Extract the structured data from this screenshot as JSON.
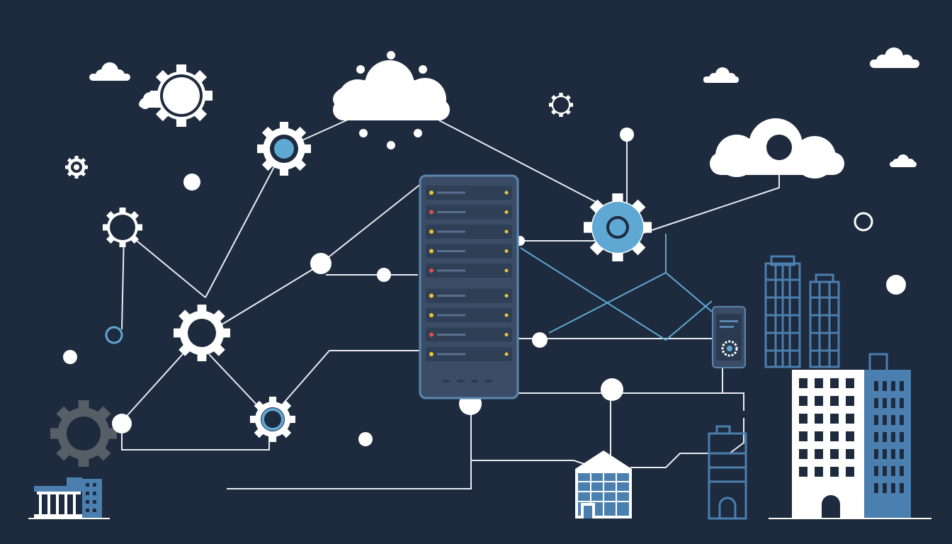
{
  "colors": {
    "background": "#1e2a3d",
    "line_white": "#e8edf2",
    "line_blue": "#5fa8d3",
    "accent_blue": "#5fa8d3",
    "node_white": "#ffffff",
    "server_body": "#3b4d66",
    "server_border": "#5a86b0",
    "building_blue": "#4a7fb0",
    "gear_gray": "#565f68",
    "led_yellow": "#f2c230",
    "led_red": "#e0504a"
  },
  "icons": [
    "cloud-icon",
    "gear-icon",
    "server-rack-icon",
    "smartphone-icon",
    "office-building-icon",
    "factory-icon",
    "government-building-icon",
    "network-node-icon"
  ],
  "scene": {
    "description_elements": {
      "server_units": 9,
      "clouds": 6,
      "gears": 9,
      "buildings": 6
    }
  }
}
